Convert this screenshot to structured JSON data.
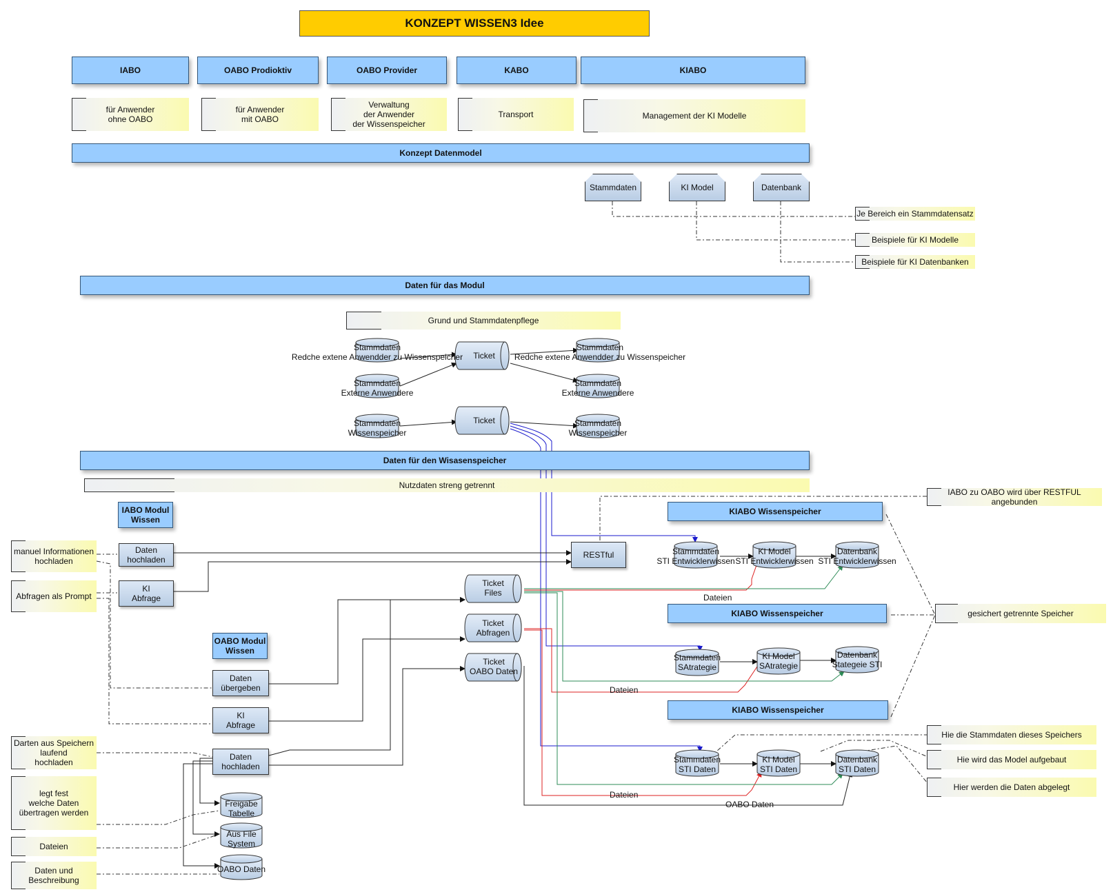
{
  "title": "KONZEPT WISSEN3 Idee",
  "modules": [
    "IABO",
    "OABO  Prodioktiv",
    "OABO Provider",
    "KABO",
    "KIABO"
  ],
  "module_notes": [
    "für Anwender\nohne OABO",
    "für Anwender\nmit OABO",
    "Verwaltung\nder Anwender\nder Wissenspeicher",
    "Transport",
    "Management der KI Modelle"
  ],
  "section_datenmodel": "Konzept Datenmodel",
  "datenmodel_items": [
    "Stammdaten",
    "KI Model",
    "Datenbank"
  ],
  "datenmodel_notes": [
    "Je Bereich ein Stammdatensatz",
    "Beispiele für  KI Modelle",
    "Beispiele für  KI Datenbanken"
  ],
  "section_modul": "Daten für das Modul",
  "modul_note": "Grund und Stammdatenpflege",
  "modul_flow": {
    "s1": "Stammdaten\nRedche extene Anwendder zu Wissenspeicher",
    "s2": "Stammdaten\nExterne Anwendere",
    "s3": "Stammdaten\nWissenspeicher",
    "ticket": "Ticket",
    "t1": "Stammdaten\nRedche extene Anwendder zu Wissenspeicher",
    "t2": "Stammdaten\nExterne Anwendere",
    "t3": "Stammdaten\nWissenspeicher"
  },
  "section_wissen": "Daten für den Wisasenspeicher",
  "wissen_note": "Nutzdaten streng getrennt",
  "iabo_modul": "IABO Modul\nWissen",
  "oabo_modul": "OABO Modul\nWissen",
  "left_notes": [
    "manuel Informationen\nhochladen",
    "Abfragen als Prompt",
    "Darten aus Speichern\nlaufend\nhochladen",
    "legt fest\nwelche Daten\nübertragen werden",
    "Dateien",
    "Daten und\nBeschreibung"
  ],
  "iabo_boxes": [
    "Daten\nhochladen",
    "KI\nAbfrage"
  ],
  "oabo_boxes": [
    "Daten\nübergeben",
    "KI\nAbfrage",
    "Daten\nhochladen"
  ],
  "oabo_stores": [
    "Freigabe\nTabelle",
    "Aus File\nSystem",
    "OABO Daten"
  ],
  "tickets": [
    "Ticket\nFiles",
    "Ticket\nAbfragen",
    "Ticket\nOABO Daten"
  ],
  "restful": "RESTful",
  "restful_note": "IABO zu OABO wird über RESTFUL angebunden",
  "kiabo_header": "KIABO Wissenspeicher",
  "kiabo_note": "gesichert getrennte Speicher",
  "store_rows": [
    [
      "Stammdaten\nSTI Entwicklerwissen",
      "KI Model\nSTI Entwicklerwissen",
      "Datenbank\nSTI Entwicklerwissen"
    ],
    [
      "Stammdaten\nSAtrategie",
      "KI Model\nSAtrategie",
      "Datenbank\nStategeie STI"
    ],
    [
      "Stammdaten\nSTI Daten",
      "KI Model\nSTI Daten",
      "Datenbank\nSTI Daten"
    ]
  ],
  "edge_labels": {
    "dateien1": "Dateien",
    "dateien2": "Dateien",
    "dateien3": "Dateien",
    "oabo_daten": "OABO Daten"
  },
  "right_notes": [
    "Hie die Stammdaten dieses Speichers",
    "Hie wird das Model aufgebaut",
    "Hier werden die Daten abgelegt"
  ],
  "colors": {
    "title": "#ffcc00",
    "header": "#99ccff",
    "note": "#fafab0",
    "blue_line": "#1a1acc",
    "red_line": "#dd2222",
    "green_line": "#2e8b57"
  }
}
